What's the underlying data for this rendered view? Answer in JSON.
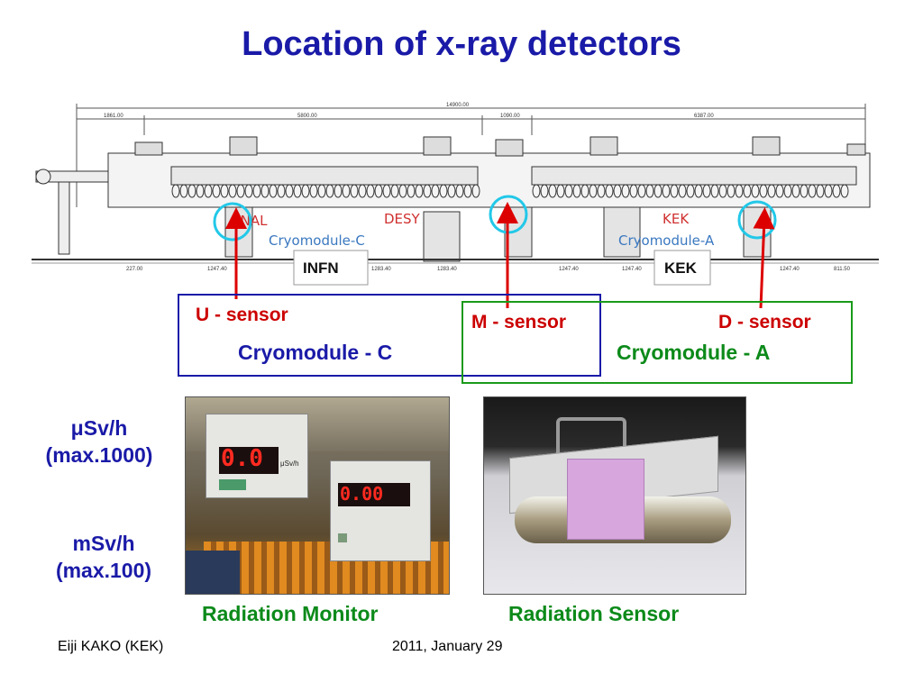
{
  "slide": {
    "title": "Location of x-ray detectors",
    "drawing": {
      "labels": {
        "fnal": "FNAL",
        "desy": "DESY",
        "kek_top": "KEK",
        "cryomodule_c": "Cryomodule-C",
        "cryomodule_a": "Cryomodule-A",
        "infn": "INFN",
        "kek_box": "KEK"
      },
      "dimensions": [
        "1861.00",
        "5800.00",
        "14900.00",
        "1090.00",
        "6387.00"
      ],
      "bottom_dims": [
        "227.00",
        "1247.40",
        "1283.40",
        "1283.40",
        "1247.40",
        "1247.40",
        "1247.40",
        "811.50"
      ]
    },
    "sensors": {
      "u": "U - sensor",
      "m": "M - sensor",
      "d": "D - sensor"
    },
    "cryomodules": {
      "c": "Cryomodule - C",
      "a": "Cryomodule - A"
    },
    "units": {
      "usv_line1": "μSv/h",
      "usv_line2": "(max.1000)",
      "msv_line1": "mSv/h",
      "msv_line2": "(max.100)"
    },
    "monitor": {
      "display1": "0.0",
      "display2": "0.00",
      "unit1": "μSv/h",
      "caption": "Radiation Monitor"
    },
    "sensor_photo": {
      "caption": "Radiation Sensor"
    },
    "footer": {
      "author": "Eiji KAKO (KEK)",
      "date": "2011, January 29"
    },
    "colors": {
      "title": "#1a1aa8",
      "red": "#cc0000",
      "cyan": "#22c8e8",
      "green_box": "#1a9a1a",
      "blue_box": "#1a1aa8"
    }
  }
}
